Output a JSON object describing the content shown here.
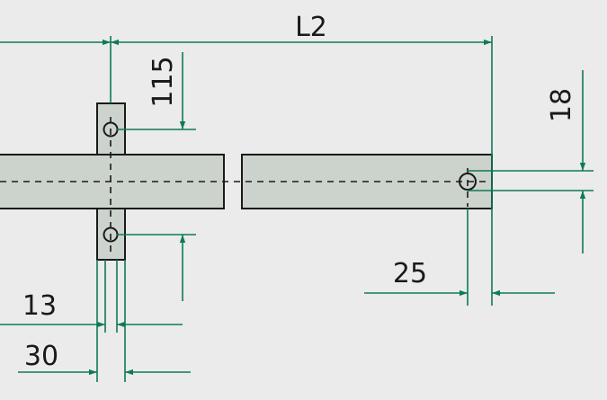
{
  "labels": {
    "l2": "L2",
    "d115": "115",
    "d18": "18",
    "d25": "25",
    "d13": "13",
    "d30": "30"
  },
  "colors": {
    "background": "#eaebea",
    "part_fill": "#ccd3cc",
    "outline": "#1a1a1a",
    "dimension": "#0f7a55"
  }
}
